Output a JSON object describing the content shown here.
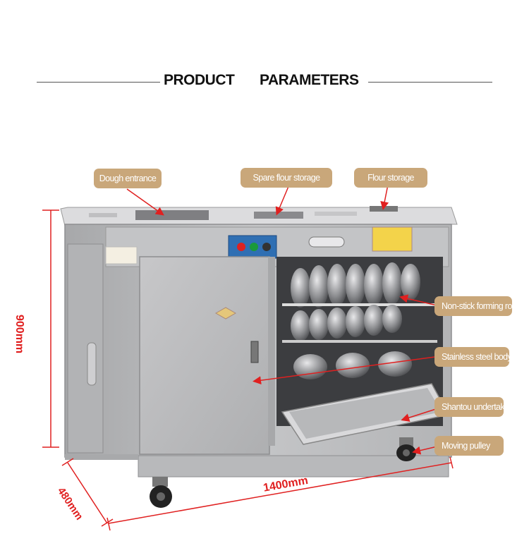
{
  "header": {
    "title_left": "PRODUCT",
    "title_right": "PARAMETERS"
  },
  "callouts": {
    "dough_entrance": "Dough entrance",
    "spare_flour_storage": "Spare flour storage",
    "flour_storage": "Flour storage",
    "forming_roll": "Non-stick forming roll",
    "steel_body": "Stainless steel body",
    "undertaker": "Shantou undertaker",
    "pulley": "Moving pulley"
  },
  "dimensions": {
    "height": "900mm",
    "depth": "480mm",
    "width": "1400mm"
  },
  "colors": {
    "callout_bg": "#c9a77a",
    "dimension_red": "#e02020",
    "steel": "#b9b9bb"
  }
}
